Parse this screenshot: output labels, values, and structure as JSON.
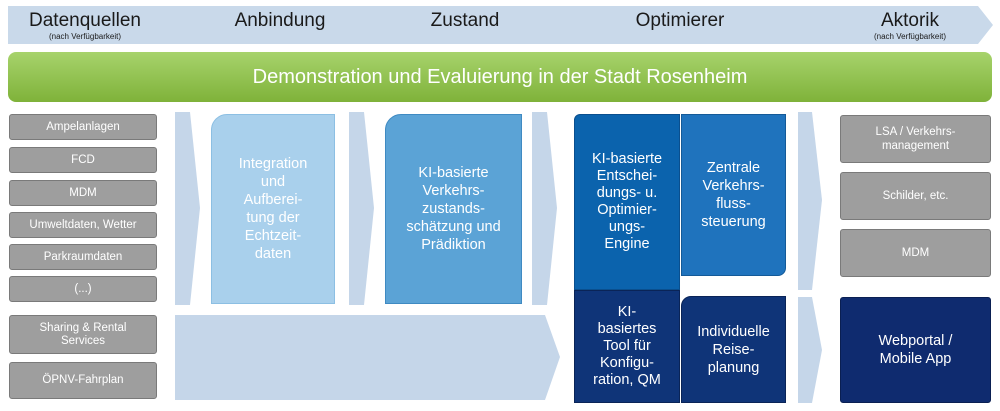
{
  "phases": [
    {
      "title": "Datenquellen",
      "sub": "(nach Verfügbarkeit)"
    },
    {
      "title": "Anbindung",
      "sub": ""
    },
    {
      "title": "Zustand",
      "sub": ""
    },
    {
      "title": "Optimierer",
      "sub": ""
    },
    {
      "title": "Aktorik",
      "sub": "(nach Verfügbarkeit)"
    }
  ],
  "banner": "Demonstration und Evaluierung in der Stadt Rosenheim",
  "sources": [
    "Ampelanlagen",
    "FCD",
    "MDM",
    "Umweltdaten, Wetter",
    "Parkraumdaten",
    "(...)",
    "Sharing & Rental\nServices",
    "ÖPNV-Fahrplan"
  ],
  "blocks": {
    "integration": "Integration\nund\nAufberei-\ntung der\nEchtzeit-\ndaten",
    "state": "KI-basierte\nVerkehrs-\nzustands-\nschätzung und\nPrädiktion",
    "engine": "KI-basierte\nEntschei-\ndungs- u.\nOptimier-\nungs-\nEngine",
    "tool": "KI-\nbasiertes\nTool für\nKonfigu-\nration, QM",
    "central": "Zentrale\nVerkehrs-\nfluss-\nsteuerung",
    "individual": "Individuelle\nReise-\nplanung"
  },
  "actuators": [
    "LSA / Verkehrs-\nmanagement",
    "Schilder, etc.",
    "MDM",
    "Webportal /\nMobile App"
  ],
  "colors": {
    "chevron": "#c9d9ea",
    "light_arrow": "#c5d6e9",
    "integration": "#a9d0ec",
    "state": "#5ba3d6",
    "engine": "#0b63ad",
    "central": "#1f73bd",
    "dark": "#0f3478",
    "webportal": "#0f2b6f",
    "grey": "#9e9e9e",
    "green": "#8dc04a"
  }
}
